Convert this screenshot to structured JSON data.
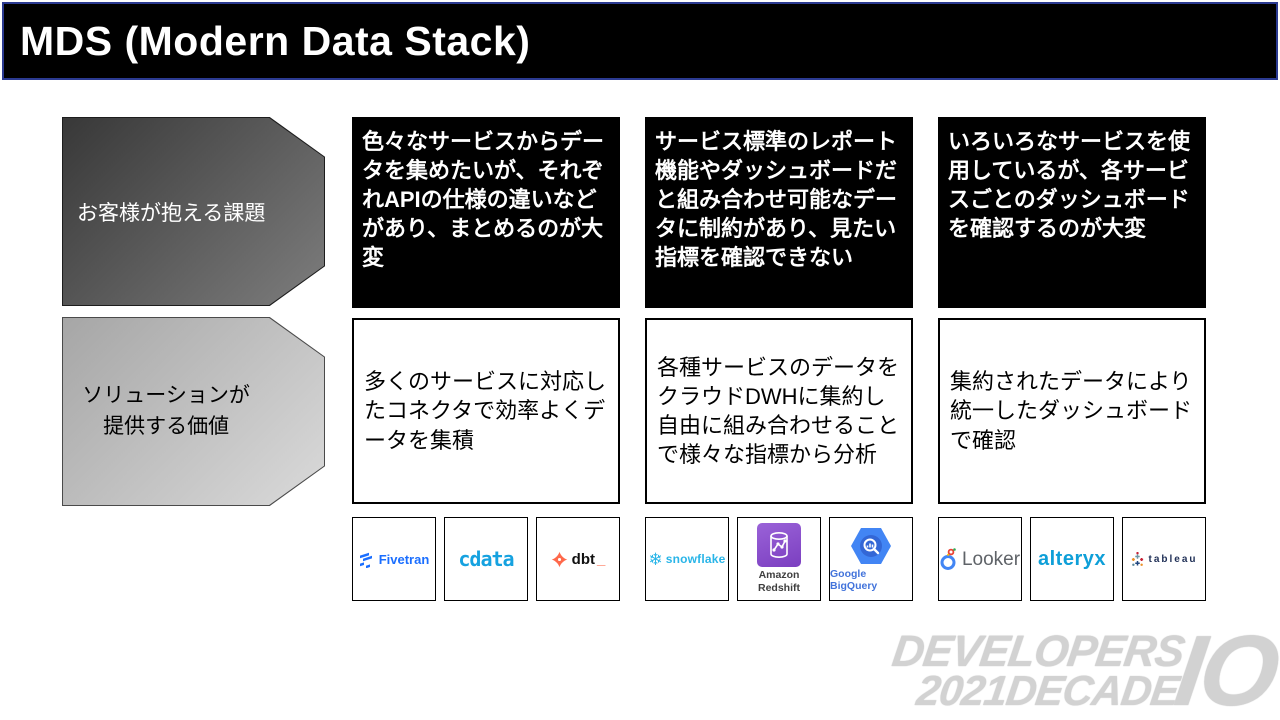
{
  "header": {
    "title": "MDS (Modern Data Stack)"
  },
  "left_labels": {
    "challenge": "お客様が抱える課題",
    "solution_line1": "ソリューションが",
    "solution_line2": "提供する価値"
  },
  "columns": [
    {
      "challenge": "色々なサービスからデータを集めたいが、それぞれAPIの仕様の違いなどがあり、まとめるのが大変",
      "solution": "多くのサービスに対応したコネクタで効率よくデータを集積",
      "logos": [
        {
          "name": "fivetran",
          "label": "Fivetran"
        },
        {
          "name": "cdata",
          "label": "cdata"
        },
        {
          "name": "dbt",
          "label": "dbt",
          "suffix": "_"
        }
      ]
    },
    {
      "challenge": "サービス標準のレポート機能やダッシュボードだと組み合わせ可能なデータに制約があり、見たい指標を確認できない",
      "solution": "各種サービスのデータをクラウドDWHに集約し自由に組み合わせることで様々な指標から分析",
      "logos": [
        {
          "name": "snowflake",
          "label": "snowflake",
          "glyph": "❄"
        },
        {
          "name": "amazon-redshift",
          "label_line1": "Amazon",
          "label_line2": "Redshift"
        },
        {
          "name": "google-bigquery",
          "label": "Google BigQuery"
        }
      ]
    },
    {
      "challenge": "いろいろなサービスを使用しているが、各サービスごとのダッシュボードを確認するのが大変",
      "solution": "集約されたデータにより統一したダッシュボードで確認",
      "logos": [
        {
          "name": "looker",
          "label": "Looker"
        },
        {
          "name": "alteryx",
          "label": "alteryx"
        },
        {
          "name": "tableau",
          "label": "tableau"
        }
      ]
    }
  ],
  "watermark": {
    "line1": "DEVELOPERS",
    "line2": "2021DECADE",
    "io": "IO"
  },
  "colors": {
    "header_border_blue": "#2b3a91",
    "challenge_box_bg": "#000000",
    "challenge_text": "#ffffff",
    "fivetran_blue": "#1a6eff",
    "cdata_blue": "#16a2e0",
    "dbt_orange": "#ff694b",
    "snowflake_blue": "#29b5e8",
    "redshift_purple": "#8a53c7",
    "bigquery_blue": "#4285f4",
    "looker_gray": "#5f6368",
    "alteryx_blue": "#0e9fd8",
    "tableau_navy": "#1f2f56",
    "watermark_gray": "#d2d2d2"
  }
}
